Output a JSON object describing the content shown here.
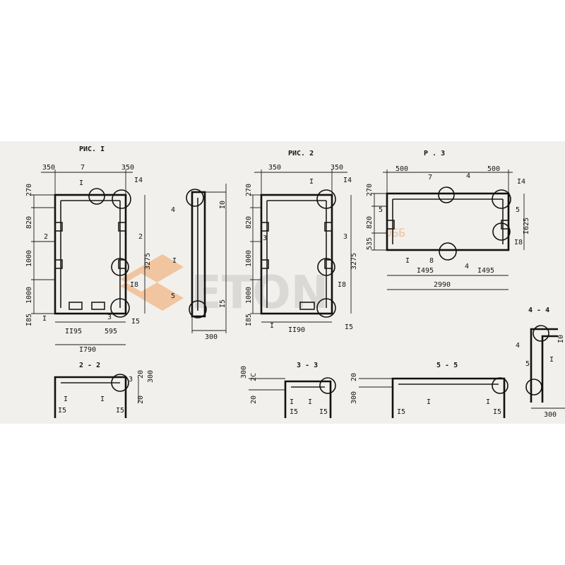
{
  "figures": [
    {
      "title": "РИС. I"
    },
    {
      "title": "РИС. 2"
    },
    {
      "title": "Р  . 3"
    }
  ],
  "sections": [
    "2 - 2",
    "3 - 3",
    "5 - 5",
    "4 - 4"
  ],
  "fig1": {
    "top_dims": [
      "350",
      "350"
    ],
    "left_dims": [
      "270",
      "820",
      "1000",
      "1000",
      "I85"
    ],
    "right_dim": "3275",
    "bottom_dims": [
      "II95",
      "595",
      "I790"
    ],
    "markers": [
      "7",
      "I4",
      "I8",
      "3",
      "I5",
      "I",
      "I",
      "2",
      "2"
    ]
  },
  "fig1_side": {
    "labels": [
      "4",
      "I",
      "5",
      "I0",
      "I5"
    ],
    "width": "300"
  },
  "fig2": {
    "top_dims": [
      "350",
      "350"
    ],
    "left_dims": [
      "270",
      "820",
      "1000",
      "1000",
      "I85"
    ],
    "right_dim": "3275",
    "bottom_dims": [
      "II90"
    ],
    "markers": [
      "I",
      "I4",
      "I8",
      "I5",
      "I",
      "3",
      "3"
    ]
  },
  "fig3": {
    "top_dims": [
      "500",
      "500"
    ],
    "left_dims": [
      "270",
      "820",
      "535"
    ],
    "right_dim": "I625",
    "bottom_dims": [
      "I495",
      "I495",
      "2990"
    ],
    "markers": [
      "7",
      "4",
      "4",
      "I4",
      "5",
      "5",
      "I8",
      "8",
      "I"
    ]
  },
  "sec22": {
    "labels": [
      "I",
      "I",
      "3",
      "I5",
      "I5"
    ],
    "dims": [
      "20",
      "300",
      "20"
    ]
  },
  "sec33": {
    "labels": [
      "I",
      "I",
      "I5",
      "I5"
    ],
    "dims": [
      "300",
      "2C",
      "20"
    ]
  },
  "sec55": {
    "labels": [
      "I",
      "I",
      "I5",
      "I5"
    ],
    "dims": [
      "20",
      "300"
    ]
  },
  "sec44": {
    "labels": [
      "4",
      "I",
      "5",
      "I0"
    ],
    "width": "300"
  },
  "watermark": {
    "text": "ETON",
    "small": "ОББ"
  }
}
